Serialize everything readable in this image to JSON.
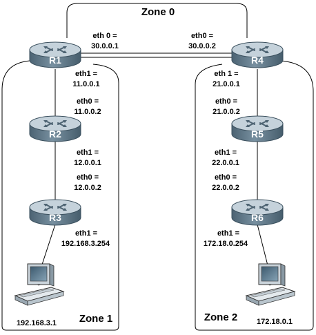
{
  "zones": [
    {
      "id": "zone0",
      "label": "Zone 0"
    },
    {
      "id": "zone1",
      "label": "Zone 1"
    },
    {
      "id": "zone2",
      "label": "Zone 2"
    }
  ],
  "routers": [
    {
      "id": "R1",
      "label": "R1"
    },
    {
      "id": "R2",
      "label": "R2"
    },
    {
      "id": "R3",
      "label": "R3"
    },
    {
      "id": "R4",
      "label": "R4"
    },
    {
      "id": "R5",
      "label": "R5"
    },
    {
      "id": "R6",
      "label": "R6"
    }
  ],
  "interfaces": {
    "r1_eth0": [
      "eth 0 =",
      "30.0.0.1"
    ],
    "r4_eth0": [
      "eth0 =",
      "30.0.0.2"
    ],
    "r1_eth1": [
      "eth1 =",
      "11.0.0.1"
    ],
    "r2_eth0": [
      "eth0 =",
      "11.0.0.2"
    ],
    "r2_eth1": [
      "eth1 =",
      "12.0.0.1"
    ],
    "r3_eth0": [
      "eth0 =",
      "12.0.0.2"
    ],
    "r3_eth1": [
      "eth1 =",
      "192.168.3.254"
    ],
    "r4_eth1": [
      "eth 1 =",
      "21.0.0.1"
    ],
    "r5_eth0": [
      "eth0 =",
      "21.0.0.2"
    ],
    "r5_eth1": [
      "eth1 =",
      "22.0.0.1"
    ],
    "r6_eth0": [
      "eth0 =",
      "22.0.0.2"
    ],
    "r6_eth1": [
      "eth1 =",
      "172.18.0.254"
    ]
  },
  "hosts": [
    {
      "id": "host1",
      "label": "192.168.3.1"
    },
    {
      "id": "host2",
      "label": "172.18.0.1"
    }
  ],
  "colors": {
    "router_top": "#c5d2db",
    "router_body": "#5d7585",
    "router_rim": "#3f5563"
  }
}
